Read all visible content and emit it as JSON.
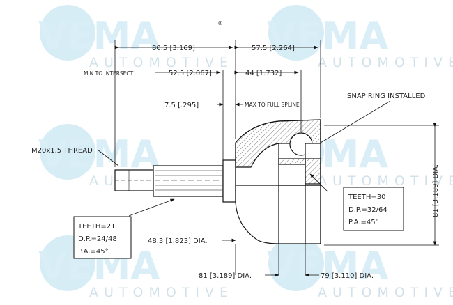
{
  "watermark": {
    "brand": "VEMA",
    "sub": "AUTOMOTIVE",
    "registered": "®",
    "accent_color": "#bfe3f1",
    "text_color": "#d9eef6"
  },
  "dimensions": {
    "overall_length": "80.5 [3.169]",
    "right_length": "57.5 [2.264]",
    "min_to_intersect": "MIN TO INTERSECT",
    "intersect_dim": "52.5 [2.067]",
    "spline_dim": "44 [1.732]",
    "shoulder_dim": "7.5 [.295]",
    "max_to_full_spline": "MAX TO FULL SPLINE",
    "snap_ring": "SNAP RING INSTALLED",
    "thread": "M20x1.5 THREAD",
    "shaft_dia": "48.3 [1.823] DIA.",
    "bell_dia": "81 [3.189] DIA.",
    "inner_dia": "79 [3.110] DIA.",
    "vertical_dia": "81 [3.189] DIA."
  },
  "left_spec": {
    "teeth": "TEETH=21",
    "dp": "D.P.=24/48",
    "pa": "P.A.=45°"
  },
  "right_spec": {
    "teeth": "TEETH=30",
    "dp": "D.P.=32/64",
    "pa": "P.A.=45°"
  }
}
